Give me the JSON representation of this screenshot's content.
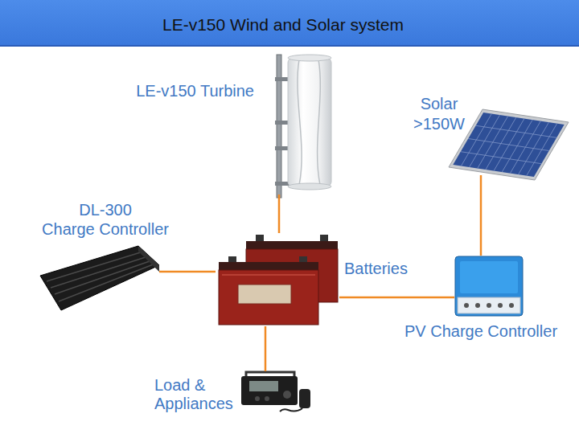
{
  "diagram": {
    "title": "LE-v150 Wind and Solar system",
    "nodes": [
      {
        "text": [
          "LE-v150 Turbine"
        ]
      },
      {
        "text": [
          "Solar >150W"
        ]
      },
      {
        "text": [
          "DL-300",
          "Charge Controller"
        ]
      },
      {
        "text": [
          "Batteries"
        ]
      },
      {
        "text": [
          "PV Charge Controller"
        ]
      },
      {
        "text": [
          "Load & Appliances"
        ]
      }
    ],
    "edges": [
      {
        "from": 0,
        "to": 3,
        "arrow": "none"
      },
      {
        "from": 1,
        "to": 4,
        "arrow": "none"
      },
      {
        "from": 2,
        "to": 3,
        "arrow": "none"
      },
      {
        "from": 3,
        "to": 4,
        "arrow": "none"
      },
      {
        "from": 3,
        "to": 5,
        "arrow": "none"
      }
    ]
  }
}
